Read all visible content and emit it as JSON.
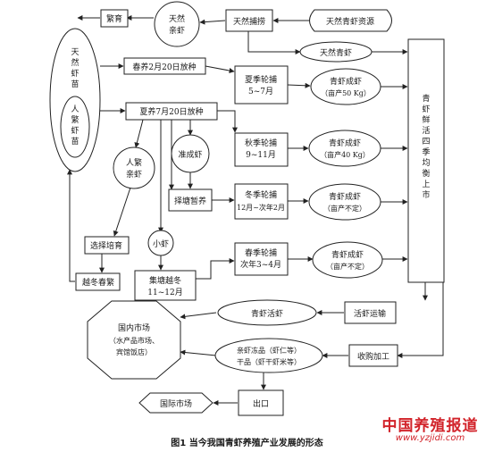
{
  "nodes": {
    "fanyu": "繁育",
    "tianran_qinxia": [
      "天然",
      "亲虾"
    ],
    "tianran_buluo": "天然捕捞",
    "tianran_ziyuan": "天然青虾资源",
    "tianran_qingxia": "天然青虾",
    "tianran_xiamiao": [
      "天",
      "然",
      "虾",
      "苗"
    ],
    "renfan_xiamiao": [
      "人",
      "繁",
      "虾",
      "苗"
    ],
    "chunyang": "春养2月20日放种",
    "xiayang": "夏养7月20日放种",
    "xiaji": [
      "夏季轮捕",
      "5~7月"
    ],
    "xia_chengxia": [
      "青虾成虾",
      "（亩产50 Kg）"
    ],
    "zhunchengxia": "准成虾",
    "renfan_qinxia": [
      "人繁",
      "亲虾"
    ],
    "qiuji": [
      "秋季轮捕",
      "9~11月"
    ],
    "qiu_chengxia": [
      "青虾成虾",
      "（亩产40 Kg）"
    ],
    "zetang": "择塘暂养",
    "dongji": [
      "冬季轮捕",
      "12月~次年2月"
    ],
    "dong_chengxia": [
      "青虾成虾",
      "（亩产不定）"
    ],
    "xiaoxia": "小虾",
    "xuanze_peiyu": "选择培育",
    "jitang": [
      "集塘越冬",
      "11~12月"
    ],
    "chunji": [
      "春季轮捕",
      "次年3~4月"
    ],
    "chun_chengxia": [
      "青虾成虾",
      "（亩产不定）"
    ],
    "yuedong_chunfan": "越冬春繁",
    "shichang": [
      "青",
      "虾",
      "鲜",
      "活",
      "四",
      "季",
      "均",
      "衡",
      "上",
      "市"
    ],
    "qingxia_huoxia": "青虾活虾",
    "huoxia_yunshu": "活虾运输",
    "guonei": [
      "国内市场",
      "（水产品市场、",
      "宾馆饭店）"
    ],
    "dongpin": [
      "亲虾冻品（虾仁等）",
      "干品（虾干虾米等）"
    ],
    "shougou": "收购加工",
    "guoji": "国际市场",
    "chukou": "出口"
  },
  "caption": "图1   当今我国青虾养殖产业发展的形态",
  "watermark": {
    "title": "中国养殖报道",
    "url": "www.yzjidi.com",
    "color": "#d2232a"
  }
}
